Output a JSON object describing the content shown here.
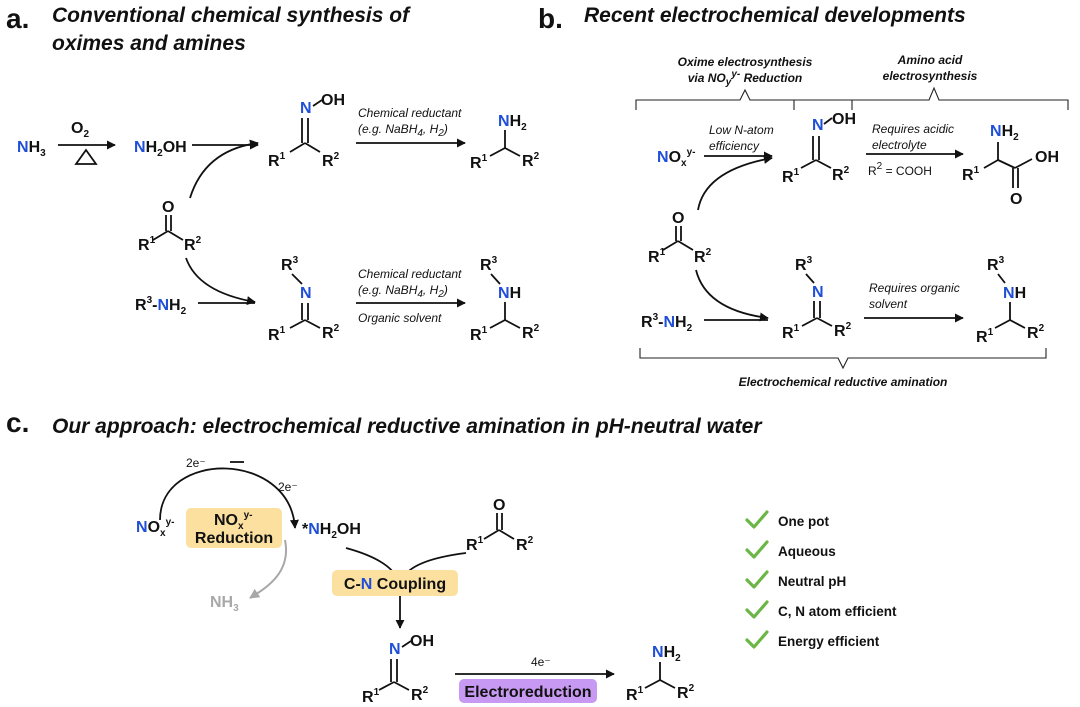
{
  "panel_a": {
    "label": "a.",
    "title_line1": "Conventional chemical synthesis of",
    "title_line2": "oximes and amines",
    "ammonia": "H",
    "oxygen": "O",
    "hydroxylamine": "H",
    "hydroxylamine_rest": "OH",
    "reductant_1": "Chemical reductant",
    "reductant_1_example": "(e.g. NaBH",
    "reductant_1_example_end": ", H",
    "amine_text": "R",
    "reductant_2": "Chemical reductant",
    "reductant_2_example": "(e.g. NaBH",
    "solvent": "Organic solvent"
  },
  "panel_b": {
    "label": "b.",
    "title": "Recent electrochemical developments",
    "brace_oxime_line1": "Oxime electrosynthesis",
    "brace_oxime_line2": "via NO",
    "brace_oxime_line2_end": " Reduction",
    "brace_amino_line1": "Amino acid",
    "brace_amino_line2": "electrosynthesis",
    "low_n_line1": "Low N-atom",
    "low_n_line2": "efficiency",
    "acidic_line1": "Requires acidic",
    "acidic_line2": "electrolyte",
    "r2_cooh": "= COOH",
    "organic_line1": "Requires organic",
    "organic_line2": "solvent",
    "brace_bottom": "Electrochemical reductive amination"
  },
  "panel_c": {
    "label": "c.",
    "title": "Our approach: electrochemical reductive amination in pH-neutral water",
    "electrons_1": "2e⁻",
    "electrons_2": "2e⁻",
    "electrons_4": "4e⁻",
    "nox_box_line2": "Reduction",
    "coupling_c": "C-",
    "coupling_n": "N",
    "coupling_rest": " Coupling",
    "electroreduction": "Electroreduction",
    "benefits": [
      "One pot",
      "Aqueous",
      "Neutral pH",
      "C, N atom efficient",
      "Energy efficient"
    ]
  },
  "colors": {
    "nitrogen": "#1f4fd8",
    "box_yellow": "#fbe0a0",
    "box_purple": "#c799f2",
    "check": "#6cb547",
    "grey": "#a8a8a8"
  }
}
